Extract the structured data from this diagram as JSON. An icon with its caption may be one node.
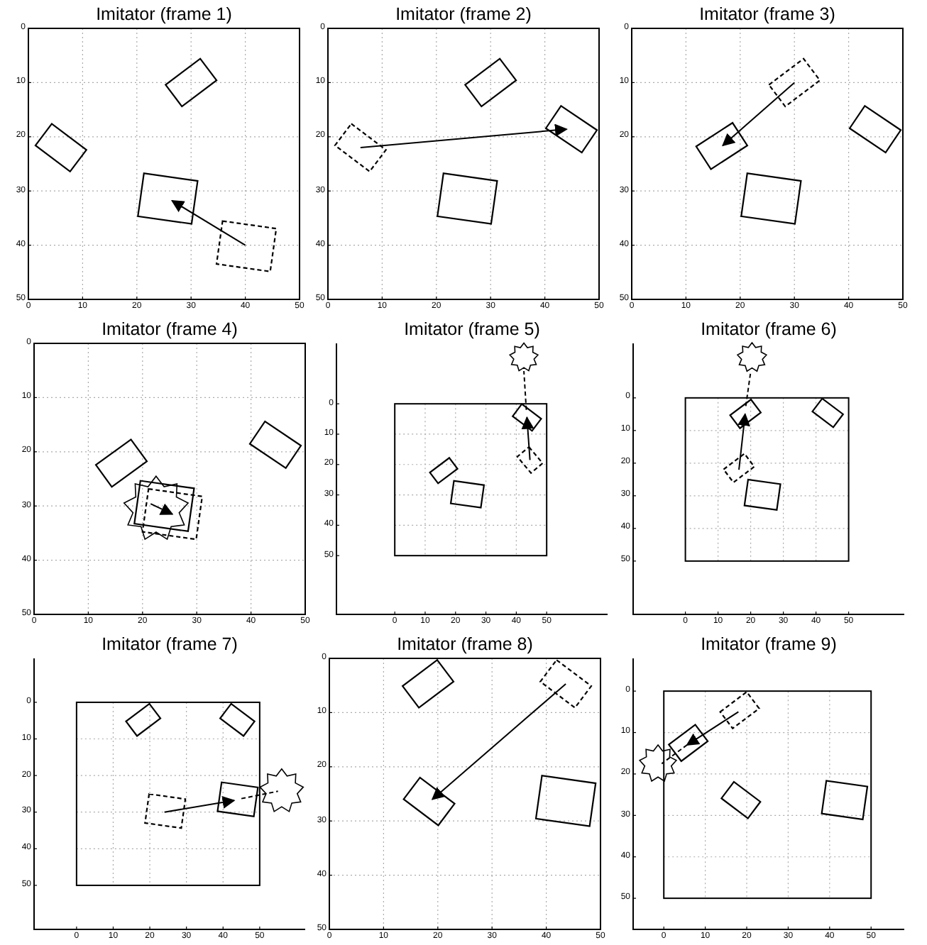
{
  "diagram": {
    "labels": [
      "Imitator (frame 1)",
      "0",
      "10",
      "20",
      "30",
      "40",
      "50",
      "0",
      "10",
      "20",
      "30",
      "40",
      "50",
      "Imitator (frame 2)",
      "0",
      "10",
      "20",
      "30",
      "40",
      "50",
      "0",
      "10",
      "20",
      "30",
      "40",
      "50",
      "Imitator (frame 3)",
      "0",
      "10",
      "20",
      "30",
      "40",
      "50",
      "0",
      "10",
      "20",
      "30",
      "40",
      "50",
      "Imitator (frame 4)",
      "0",
      "10",
      "20",
      "30",
      "40",
      "50",
      "0",
      "10",
      "20",
      "30",
      "40",
      "50",
      "Imitator (frame 5)",
      "0",
      "10",
      "20",
      "30",
      "40",
      "50",
      "0",
      "10",
      "20",
      "30",
      "40",
      "50",
      "Imitator (frame 6)",
      "0",
      "10",
      "20",
      "30",
      "40",
      "50",
      "0",
      "10",
      "20",
      "30",
      "40",
      "50",
      "Imitator (frame 7)",
      "0",
      "10",
      "20",
      "30",
      "40",
      "50",
      "0",
      "10",
      "20",
      "30",
      "40",
      "50",
      "Imitator (frame 8)",
      "0",
      "10",
      "20",
      "30",
      "40",
      "50",
      "0",
      "10",
      "20",
      "30",
      "40",
      "50",
      "Imitator (frame 9)",
      "0",
      "10",
      "20",
      "30",
      "40",
      "50",
      "0",
      "10",
      "20",
      "30",
      "40",
      "50"
    ]
  }
}
